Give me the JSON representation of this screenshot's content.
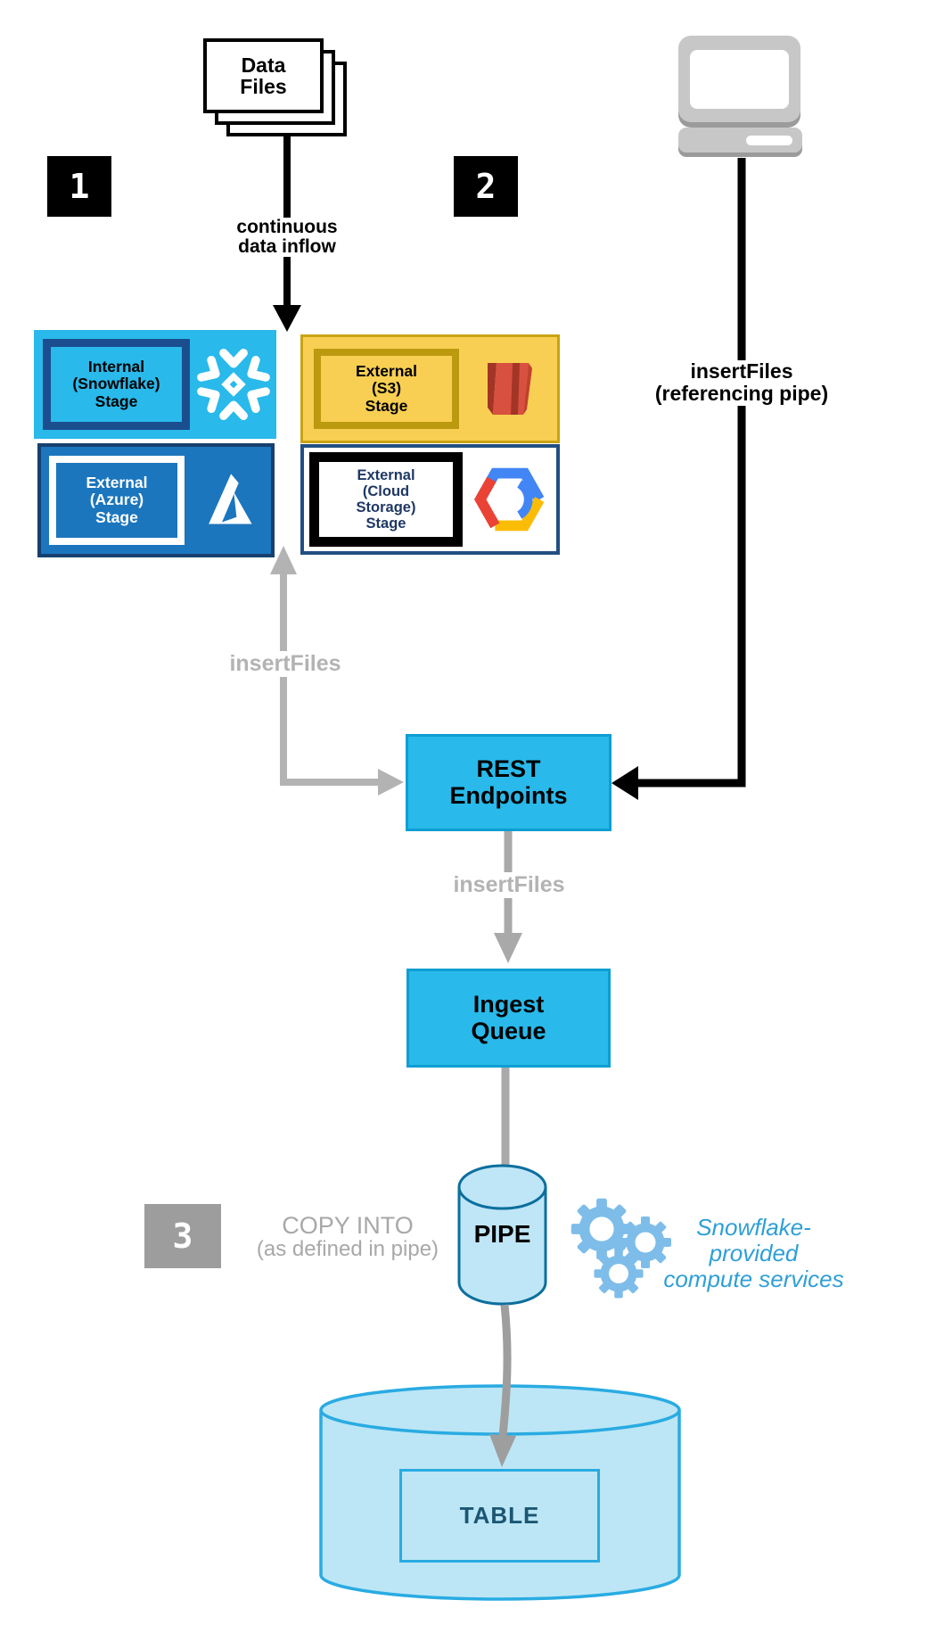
{
  "badges": {
    "step1": "1",
    "step2": "2",
    "step3": "3"
  },
  "data_files": {
    "label": "Data\nFiles"
  },
  "flows": {
    "continuous": "continuous\ndata inflow",
    "insert_files_stages": "insertFiles",
    "insert_files_pipe": "insertFiles\n(referencing pipe)",
    "insert_files_queue": "insertFiles",
    "copy_into_line1": "COPY INTO",
    "copy_into_line2": "(as defined in pipe)"
  },
  "stages": {
    "internal": {
      "label": "Internal\n(Snowflake)\nStage",
      "icon": "snowflake-icon"
    },
    "s3": {
      "label": "External\n(S3)\nStage",
      "icon": "aws-s3-icon"
    },
    "azure": {
      "label": "External\n(Azure)\nStage",
      "icon": "azure-icon"
    },
    "cloud": {
      "label": "External\n(Cloud\nStorage)\nStage",
      "icon": "google-cloud-icon"
    }
  },
  "nodes": {
    "rest": {
      "label": "REST\nEndpoints"
    },
    "ingest": {
      "label": "Ingest\nQueue"
    },
    "pipe": {
      "label": "PIPE"
    },
    "table": {
      "label": "TABLE"
    }
  },
  "annotations": {
    "compute_services": "Snowflake-provided\ncompute services"
  },
  "colors": {
    "cyan": "#29b9ea",
    "cyan_border": "#0d9ed3",
    "navy": "#1b4e8f",
    "azure_blue": "#1b76bd",
    "s3_yellow": "#f8cf52",
    "s3_gold": "#bc9a10",
    "gray_arrow": "#b3b3b3",
    "black_arrow": "#000000",
    "pipe_fill": "#bfe6f6",
    "pipe_stroke": "#0c6e9e",
    "db_fill": "#bce6f5",
    "db_stroke": "#29abe2",
    "gear_blue": "#7ebde9",
    "compute_text": "#2e9fd6"
  }
}
